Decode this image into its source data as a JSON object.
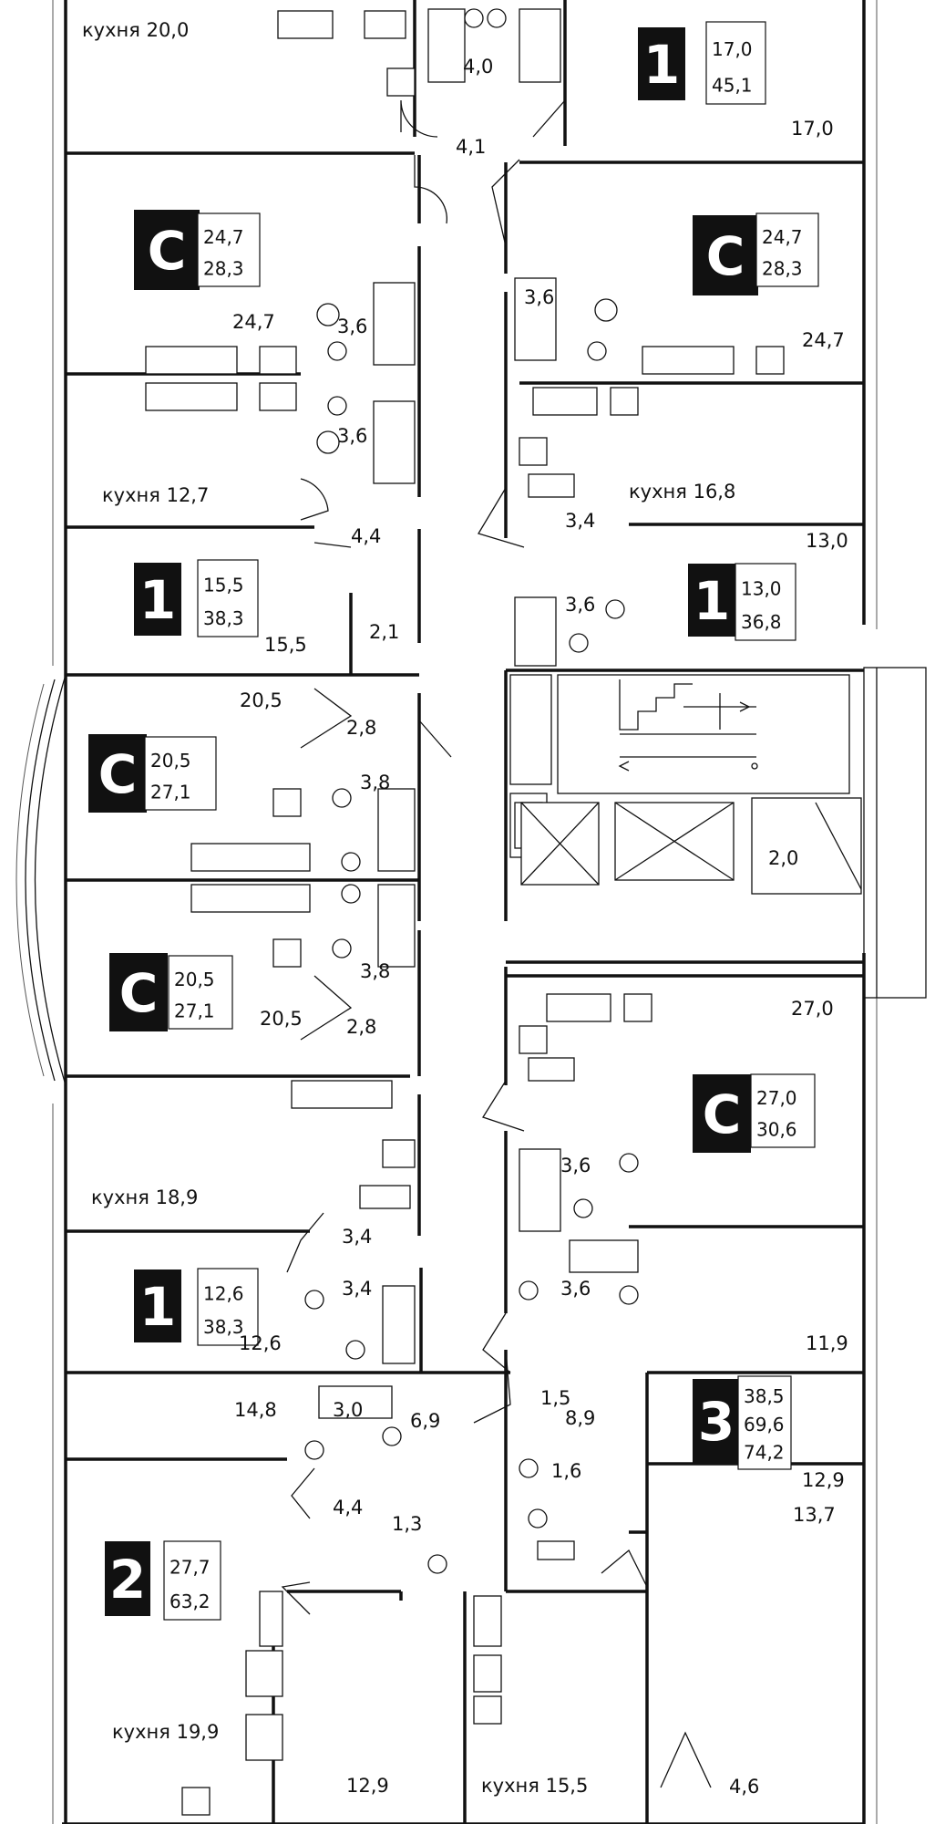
{
  "plan": {
    "apartments": [
      {
        "type": "1",
        "areas": [
          "17,0",
          "45,1"
        ]
      },
      {
        "type": "C",
        "areas": [
          "24,7",
          "28,3"
        ]
      },
      {
        "type": "C",
        "areas": [
          "24,7",
          "28,3"
        ]
      },
      {
        "type": "1",
        "areas": [
          "15,5",
          "38,3"
        ]
      },
      {
        "type": "1",
        "areas": [
          "13,0",
          "36,8"
        ]
      },
      {
        "type": "C",
        "areas": [
          "20,5",
          "27,1"
        ]
      },
      {
        "type": "C",
        "areas": [
          "20,5",
          "27,1"
        ]
      },
      {
        "type": "C",
        "areas": [
          "27,0",
          "30,6"
        ]
      },
      {
        "type": "1",
        "areas": [
          "12,6",
          "38,3"
        ]
      },
      {
        "type": "3",
        "areas": [
          "38,5",
          "69,6",
          "74,2"
        ]
      },
      {
        "type": "2",
        "areas": [
          "27,7",
          "63,2"
        ]
      }
    ],
    "room_labels": [
      "кухня 20,0",
      "4,0",
      "4,1",
      "17,0",
      "24,7",
      "3,6",
      "3,6",
      "24,7",
      "3,6",
      "кухня 12,7",
      "кухня 16,8",
      "4,4",
      "3,4",
      "13,0",
      "3,6",
      "15,5",
      "2,1",
      "20,5",
      "2,8",
      "3,8",
      "2,0",
      "3,8",
      "2,8",
      "20,5",
      "27,0",
      "кухня 18,9",
      "3,6",
      "3,4",
      "3,6",
      "3,4",
      "12,6",
      "11,9",
      "1,5",
      "14,8",
      "3,0",
      "6,9",
      "8,9",
      "1,6",
      "12,9",
      "4,4",
      "1,3",
      "13,7",
      "кухня 19,9",
      "12,9",
      "кухня 15,5",
      "4,6"
    ]
  },
  "icons": {
    "stove": "stove-icon",
    "sink": "sink-icon",
    "toilet": "toilet-icon",
    "bathtub": "bathtub-icon",
    "shower": "shower-icon",
    "vent": "ventilation-icon",
    "elevator": "elevator-icon",
    "stairs": "staircase-icon"
  },
  "colors": {
    "line": "#111111",
    "badge": "#111111",
    "badge_text": "#ffffff",
    "background": "#ffffff"
  }
}
